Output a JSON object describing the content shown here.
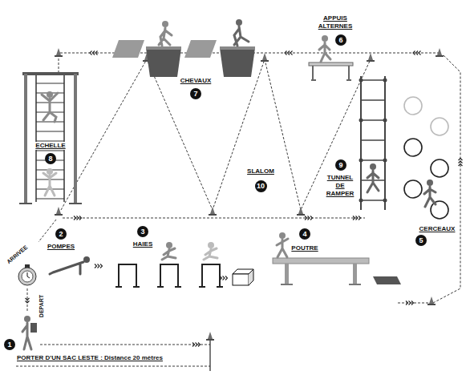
{
  "diagram": {
    "labels": [
      "APPUIS ALTERNES",
      "6",
      "CHEVAUX",
      "7",
      "ECHELLE",
      "8",
      "SLALOM",
      "10",
      "TUNNEL DE RAMPER",
      "9",
      "CERCEAUX",
      "5",
      "2",
      "POMPES",
      "3",
      "HAIES",
      "4",
      "POUTRE",
      "ARRIVEE",
      "DEPART",
      "1",
      "PORTER D'UN SAC LESTE : Distance 20 mètres"
    ]
  }
}
